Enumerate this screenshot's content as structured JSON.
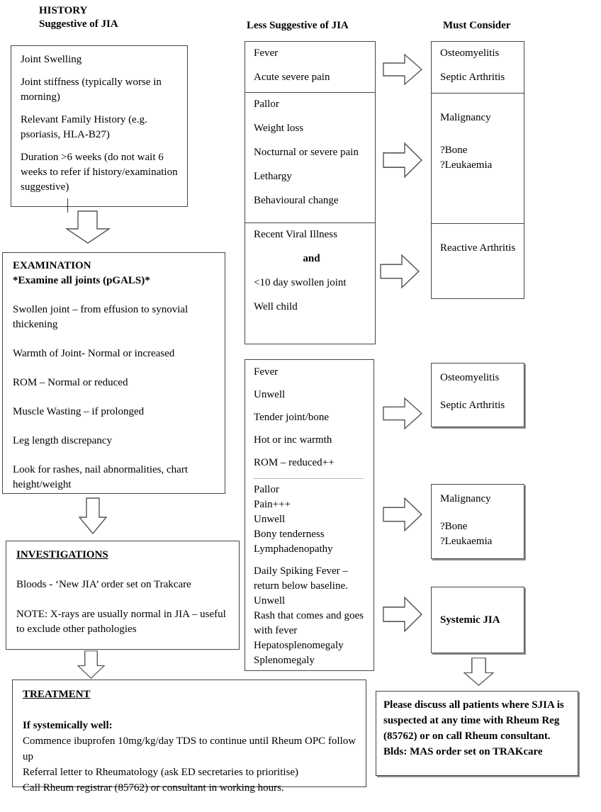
{
  "headers": {
    "history_line1": "HISTORY",
    "history_line2": "Suggestive of JIA",
    "less_suggestive": "Less Suggestive of JIA",
    "must_consider": "Must Consider"
  },
  "history_box": {
    "items": [
      "Joint Swelling",
      "Joint stiffness (typically worse in morning)",
      "Relevant Family History (e.g. psoriasis, HLA-B27)",
      "Duration >6 weeks (do not wait 6 weeks to refer if history/examination suggestive)"
    ]
  },
  "examination_box": {
    "title_line1": "EXAMINATION",
    "title_line2": "*Examine all joints (pGALS)*",
    "items": [
      "Swollen joint – from effusion to synovial thickening",
      "Warmth of Joint- Normal or increased",
      "ROM – Normal or reduced",
      "Muscle Wasting – if prolonged",
      "Leg length discrepancy",
      "Look for rashes, nail abnormalities, chart height/weight"
    ]
  },
  "investigations_box": {
    "title": "INVESTIGATIONS",
    "items": [
      "Bloods - ‘New JIA’ order set on Trakcare",
      "NOTE: X-rays are usually normal in JIA – useful to exclude other pathologies"
    ]
  },
  "treatment_box": {
    "title": "TREATMENT",
    "lead": "If systemically well:",
    "lines": [
      "Commence ibuprofen 10mg/kg/day TDS to continue until Rheum OPC follow up",
      "Referral letter to Rheumatology (ask ED secretaries to prioritise)",
      "Call Rheum registrar (85762) or consultant in working hours."
    ]
  },
  "less_suggestive_box1": {
    "section1": [
      "Fever",
      "Acute severe pain"
    ],
    "section2": [
      "Pallor",
      "Weight loss",
      "Nocturnal or severe pain",
      "Lethargy",
      "Behavioural change"
    ],
    "section3_line1": "Recent Viral Illness",
    "section3_and": "and",
    "section3_rest": [
      "<10 day swollen joint",
      "Well child"
    ]
  },
  "less_suggestive_box2": {
    "upper": [
      "Fever",
      "Unwell",
      "Tender joint/bone",
      "Hot or inc warmth",
      "ROM – reduced++"
    ],
    "middle": [
      "Pallor",
      "Pain+++",
      "Unwell",
      "Bony tenderness",
      "Lymphadenopathy"
    ],
    "lower": [
      "Daily Spiking Fever – return below baseline.",
      "Unwell",
      "Rash that comes and goes with fever",
      "Hepatosplenomegaly",
      "Splenomegaly"
    ]
  },
  "must_consider_box1": {
    "section1": [
      "Osteomyelitis",
      "Septic Arthritis"
    ],
    "section2_title": "Malignancy",
    "section2_sub": [
      "?Bone",
      "?Leukaemia"
    ],
    "section3": "Reactive Arthritis"
  },
  "must_consider_box2": {
    "items": [
      "Osteomyelitis",
      "Septic Arthritis"
    ]
  },
  "must_consider_box3": {
    "title": "Malignancy",
    "sub": [
      "?Bone",
      "?Leukaemia"
    ]
  },
  "systemic_box": {
    "label": "Systemic JIA"
  },
  "final_box": {
    "line1": "Please discuss all patients where SJIA is suspected at any time with Rheum Reg (85762) or on call Rheum consultant.",
    "line2": "Blds: MAS order set on TRAKcare"
  },
  "colors": {
    "background": "#ffffff",
    "text": "#000000",
    "border": "#454545",
    "light_divider": "#b5b5b5",
    "arrow_outline": "#555555"
  },
  "icons": {
    "down_arrow": "down-block-arrow",
    "right_arrow": "right-block-arrow"
  }
}
